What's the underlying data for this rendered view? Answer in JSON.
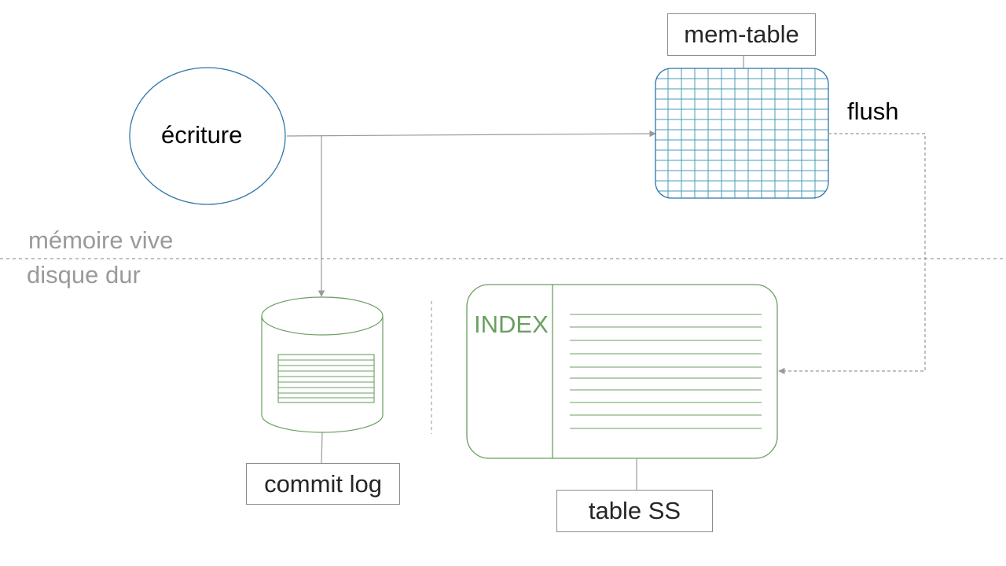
{
  "nodes": {
    "write": {
      "label": "écriture"
    },
    "memtable": {
      "label": "mem-table"
    },
    "commit_log": {
      "label": "commit log"
    },
    "sstable": {
      "label": "table SS",
      "index_label": "INDEX"
    }
  },
  "edges": {
    "flush": {
      "label": "flush"
    }
  },
  "zones": {
    "ram": {
      "label": "mémoire vive"
    },
    "disk": {
      "label": "disque dur"
    }
  },
  "colors": {
    "blue": "#2e74a8",
    "teal_grid": "#4a9bb5",
    "green": "#6a9f60",
    "gray_line": "#9a9a9a",
    "zone_text": "#9a9a9a"
  }
}
